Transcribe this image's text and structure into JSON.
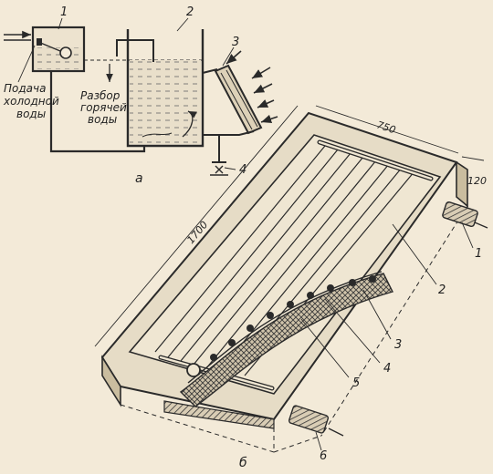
{
  "schematic": {
    "callouts": [
      "1",
      "2",
      "3",
      "4"
    ],
    "cold_water_label": [
      "Подача",
      "холодной",
      "воды"
    ],
    "hot_water_label": [
      "Разбор",
      "горячей",
      "воды"
    ],
    "caption": "а"
  },
  "collector": {
    "dimensions": {
      "length": "1700",
      "width": "750",
      "depth": "120"
    },
    "callouts": [
      "1",
      "2",
      "3",
      "4",
      "5",
      "6"
    ],
    "caption": "б"
  }
}
